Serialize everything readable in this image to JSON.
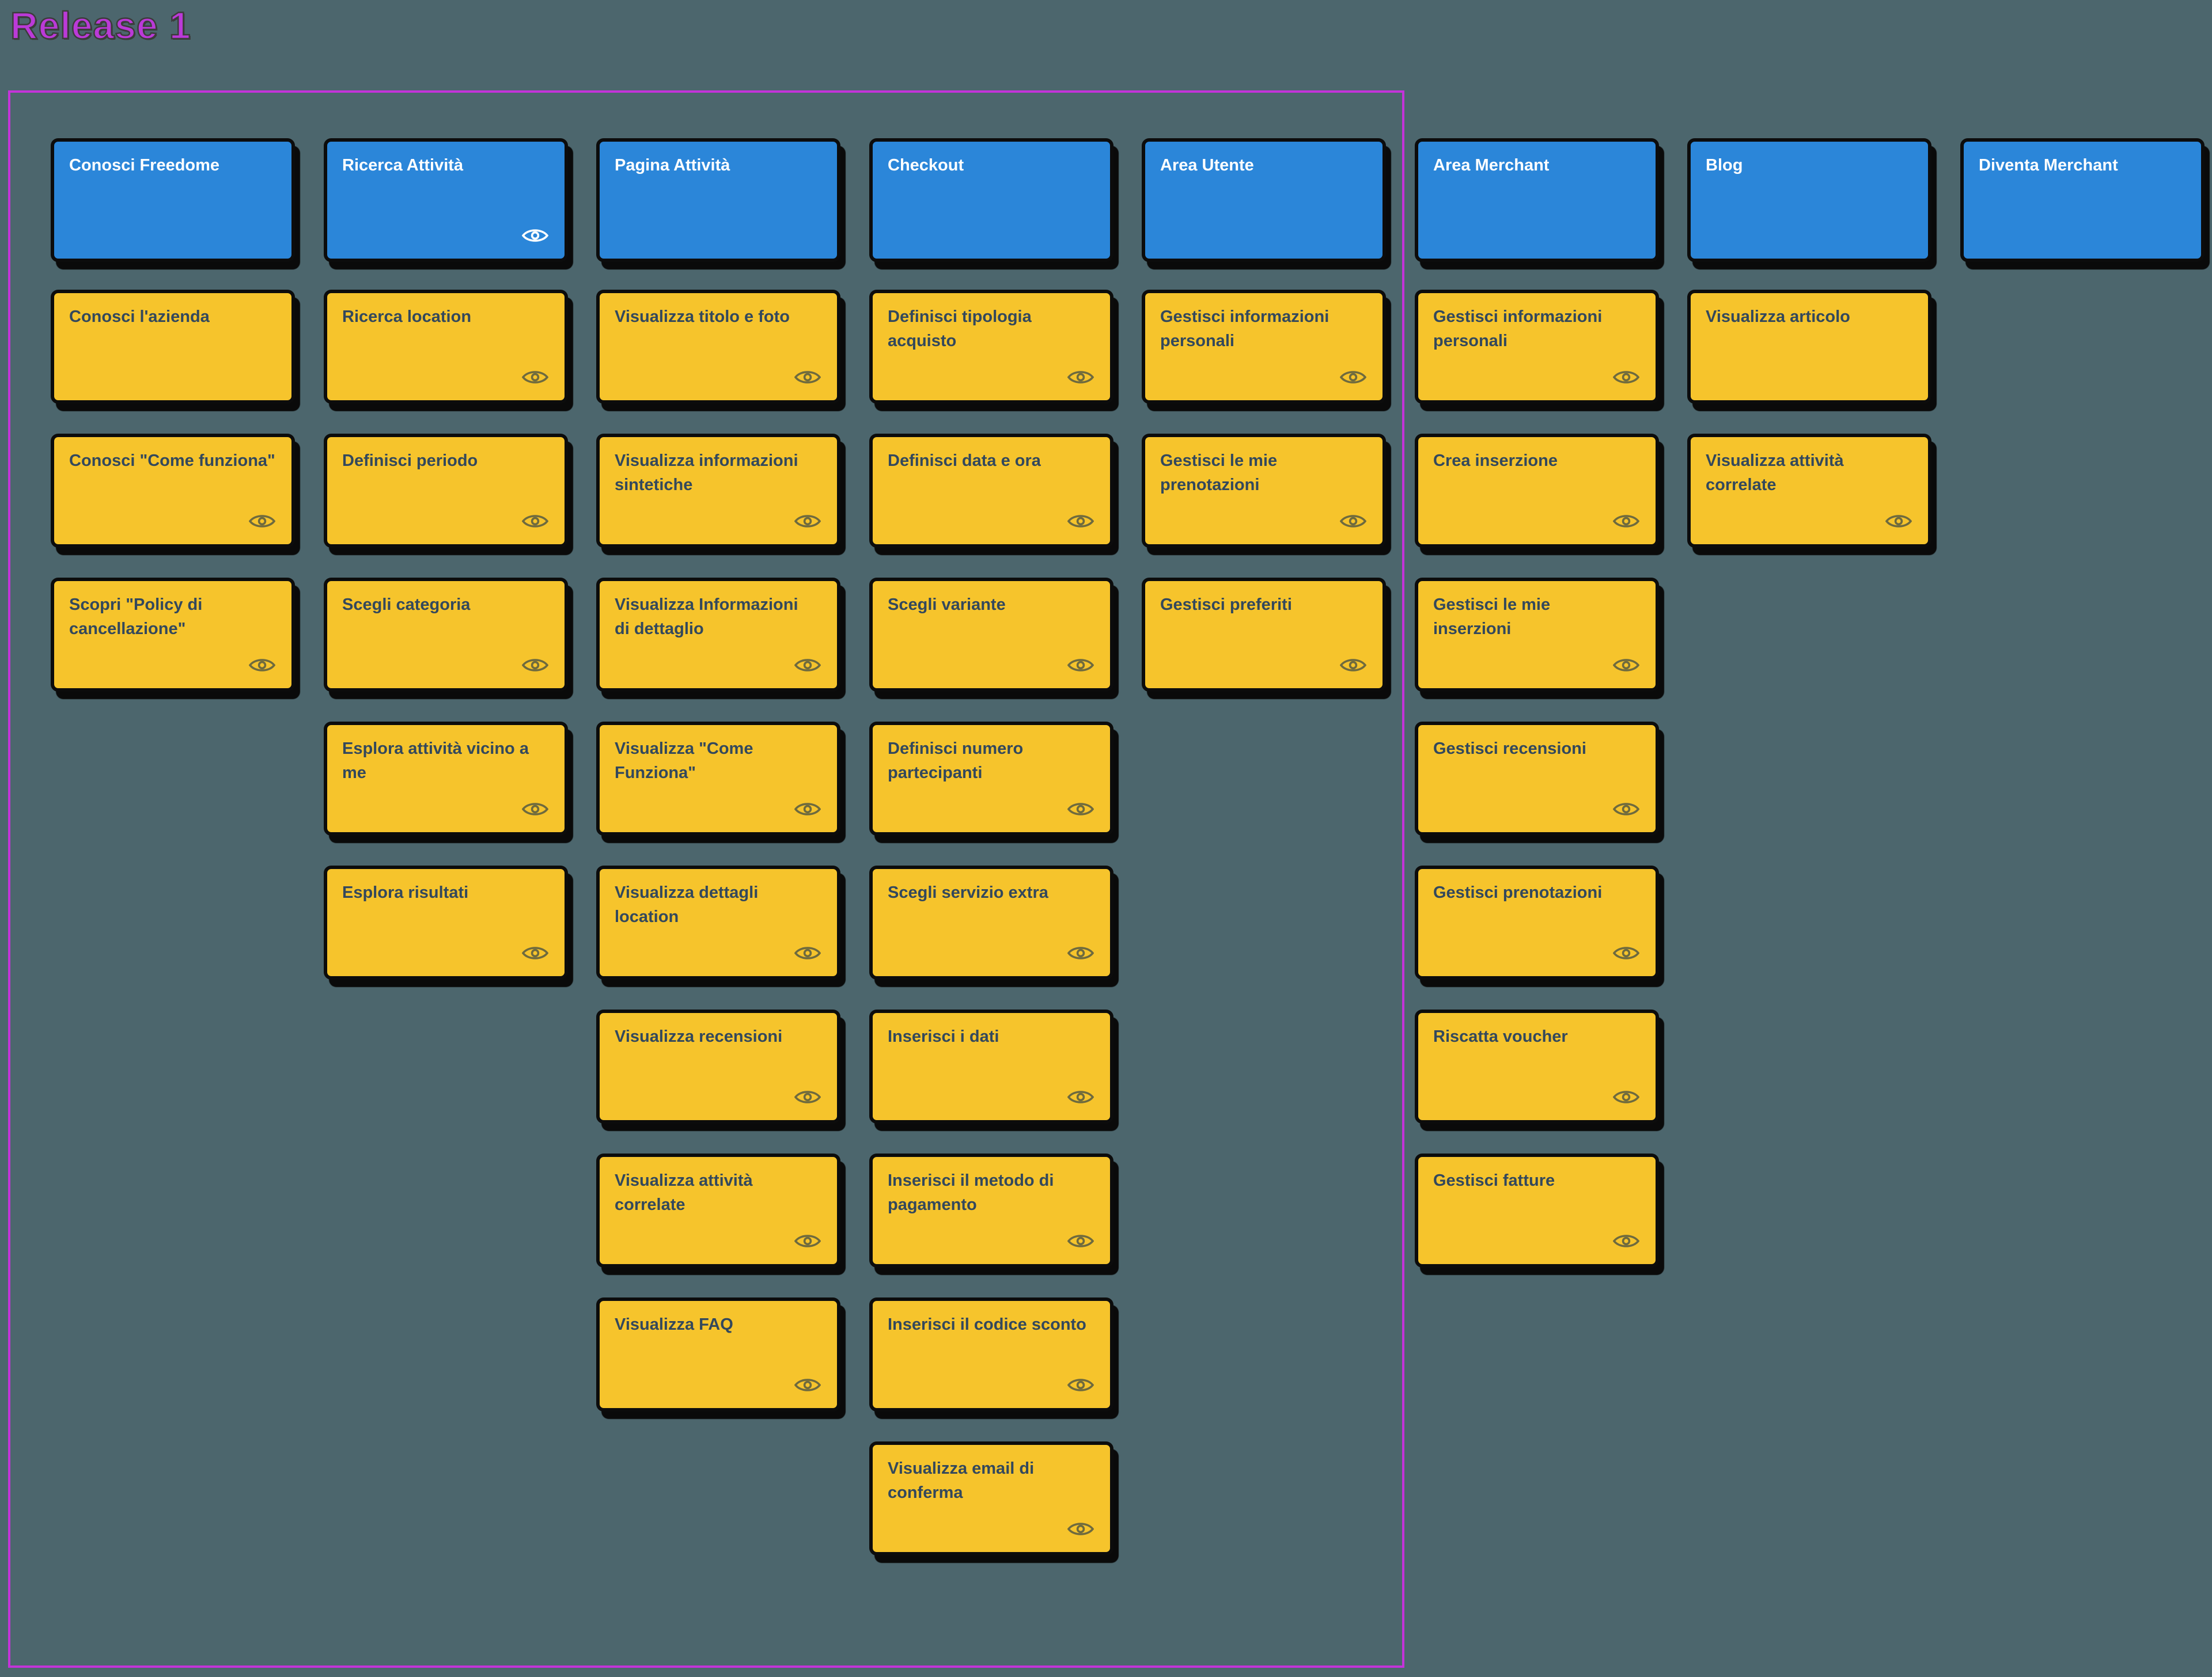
{
  "page": {
    "title": "Release 1"
  },
  "colors": {
    "background": "#4c666d",
    "frame": "#c433d9",
    "title": "#bb3ad8",
    "epic_bg": "#2b86d9",
    "epic_text": "#ffffff",
    "story_bg": "#f6c42c",
    "story_text": "#33485c",
    "card_border": "#0c0c0c",
    "eye_icon_on_story": "#6e6a3e",
    "eye_icon_on_epic": "#ffffff"
  },
  "board": {
    "columns": [
      {
        "title": "Conosci Freedome",
        "header_eye": false,
        "in_release": true,
        "cards": [
          {
            "label": "Conosci l'azienda",
            "eye": false
          },
          {
            "label": "Conosci \"Come funziona\"",
            "eye": true
          },
          {
            "label": "Scopri \"Policy di\ncancellazione\"",
            "eye": true
          }
        ]
      },
      {
        "title": "Ricerca Attività",
        "header_eye": true,
        "in_release": true,
        "cards": [
          {
            "label": "Ricerca location",
            "eye": true
          },
          {
            "label": "Definisci periodo",
            "eye": true
          },
          {
            "label": "Scegli categoria",
            "eye": true
          },
          {
            "label": "Esplora attività vicino a\nme",
            "eye": true
          },
          {
            "label": "Esplora risultati",
            "eye": true
          }
        ]
      },
      {
        "title": "Pagina Attività",
        "header_eye": false,
        "in_release": true,
        "cards": [
          {
            "label": "Visualizza titolo e foto",
            "eye": true
          },
          {
            "label": "Visualizza informazioni\nsintetiche",
            "eye": true
          },
          {
            "label": "Visualizza Informazioni\ndi dettaglio",
            "eye": true
          },
          {
            "label": "Visualizza \"Come\nFunziona\"",
            "eye": true
          },
          {
            "label": "Visualizza dettagli\nlocation",
            "eye": true
          },
          {
            "label": "Visualizza recensioni",
            "eye": true
          },
          {
            "label": "Visualizza attività\ncorrelate",
            "eye": true
          },
          {
            "label": "Visualizza FAQ",
            "eye": true
          }
        ]
      },
      {
        "title": "Checkout",
        "header_eye": false,
        "in_release": true,
        "cards": [
          {
            "label": "Definisci tipologia\nacquisto",
            "eye": true
          },
          {
            "label": "Definisci data e ora",
            "eye": true
          },
          {
            "label": "Scegli variante",
            "eye": true
          },
          {
            "label": "Definisci numero\npartecipanti",
            "eye": true
          },
          {
            "label": "Scegli servizio extra",
            "eye": true
          },
          {
            "label": "Inserisci i dati",
            "eye": true
          },
          {
            "label": "Inserisci il metodo di\npagamento",
            "eye": true
          },
          {
            "label": "Inserisci il codice sconto",
            "eye": true
          },
          {
            "label": "Visualizza email di\nconferma",
            "eye": true
          }
        ]
      },
      {
        "title": "Area Utente",
        "header_eye": false,
        "in_release": true,
        "cards": [
          {
            "label": "Gestisci informazioni\npersonali",
            "eye": true
          },
          {
            "label": "Gestisci le mie\nprenotazioni",
            "eye": true
          },
          {
            "label": "Gestisci preferiti",
            "eye": true
          }
        ]
      },
      {
        "title": "Area Merchant",
        "header_eye": false,
        "in_release": false,
        "cards": [
          {
            "label": "Gestisci informazioni\npersonali",
            "eye": true
          },
          {
            "label": "Crea inserzione",
            "eye": true
          },
          {
            "label": "Gestisci le mie\ninserzioni",
            "eye": true
          },
          {
            "label": "Gestisci recensioni",
            "eye": true
          },
          {
            "label": "Gestisci prenotazioni",
            "eye": true
          },
          {
            "label": "Riscatta voucher",
            "eye": true
          },
          {
            "label": "Gestisci fatture",
            "eye": true
          }
        ]
      },
      {
        "title": "Blog",
        "header_eye": false,
        "in_release": false,
        "cards": [
          {
            "label": "Visualizza articolo",
            "eye": false
          },
          {
            "label": "Visualizza attività\ncorrelate",
            "eye": true
          }
        ]
      },
      {
        "title": "Diventa Merchant",
        "header_eye": false,
        "in_release": false,
        "cards": []
      }
    ]
  }
}
